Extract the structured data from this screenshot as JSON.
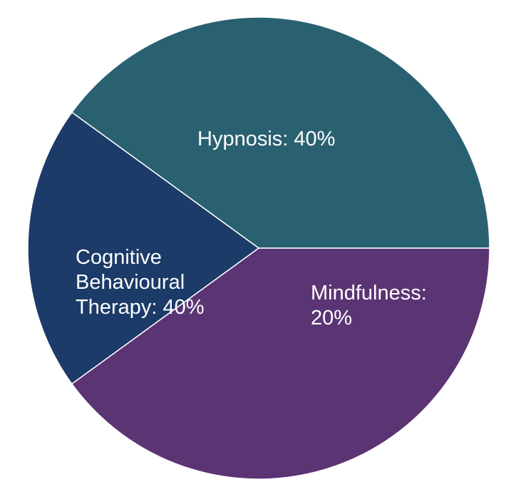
{
  "chart_data": {
    "type": "pie",
    "slices": [
      {
        "label_lines": [
          "Hypnosis: 40%"
        ],
        "category": "Hypnosis",
        "value": 40,
        "color": "#2a6171"
      },
      {
        "label_lines": [
          "Mindfulness:",
          "20%"
        ],
        "category": "Mindfulness",
        "value": 20,
        "color": "#1c3b68"
      },
      {
        "label_lines": [
          "Cognitive",
          "Behavioural",
          "Therapy: 40%"
        ],
        "category": "Cognitive Behavioural Therapy",
        "value": 40,
        "color": "#5b3474"
      }
    ]
  }
}
